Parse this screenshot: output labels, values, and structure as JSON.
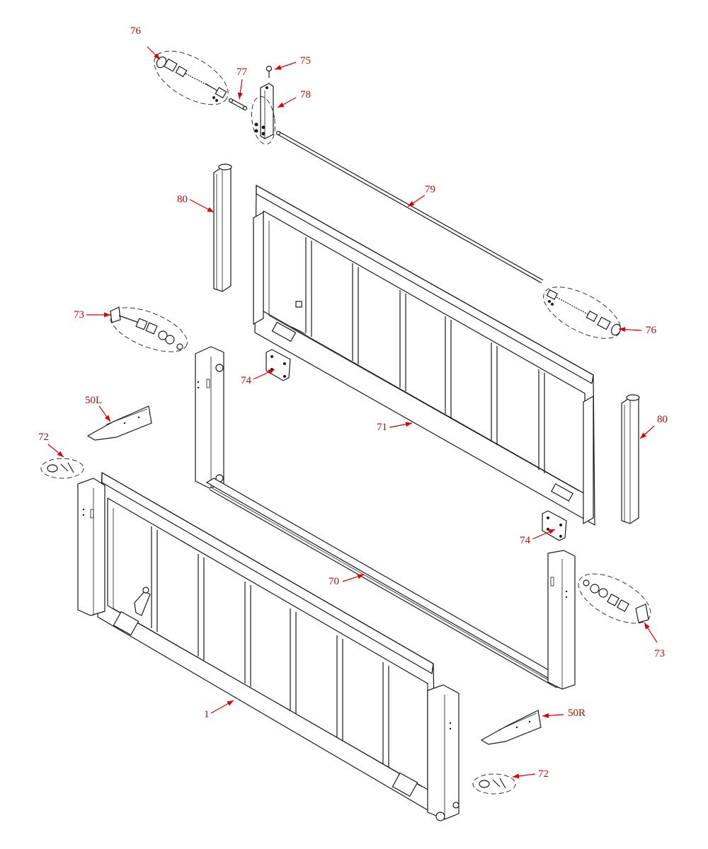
{
  "diagram": {
    "callout_color": "#dd0000",
    "callouts": [
      {
        "id": "c76a",
        "label": "76"
      },
      {
        "id": "c75",
        "label": "75"
      },
      {
        "id": "c77",
        "label": "77"
      },
      {
        "id": "c78",
        "label": "78"
      },
      {
        "id": "c79",
        "label": "79"
      },
      {
        "id": "c80a",
        "label": "80"
      },
      {
        "id": "c76b",
        "label": "76"
      },
      {
        "id": "c73a",
        "label": "73"
      },
      {
        "id": "c74a",
        "label": "74"
      },
      {
        "id": "c50L",
        "label": "50L"
      },
      {
        "id": "c80b",
        "label": "80"
      },
      {
        "id": "c71",
        "label": "71"
      },
      {
        "id": "c72a",
        "label": "72"
      },
      {
        "id": "c74b",
        "label": "74"
      },
      {
        "id": "c70",
        "label": "70"
      },
      {
        "id": "c73b",
        "label": "73"
      },
      {
        "id": "c1",
        "label": "1"
      },
      {
        "id": "c50R",
        "label": "50R"
      },
      {
        "id": "c72b",
        "label": "72"
      }
    ]
  }
}
